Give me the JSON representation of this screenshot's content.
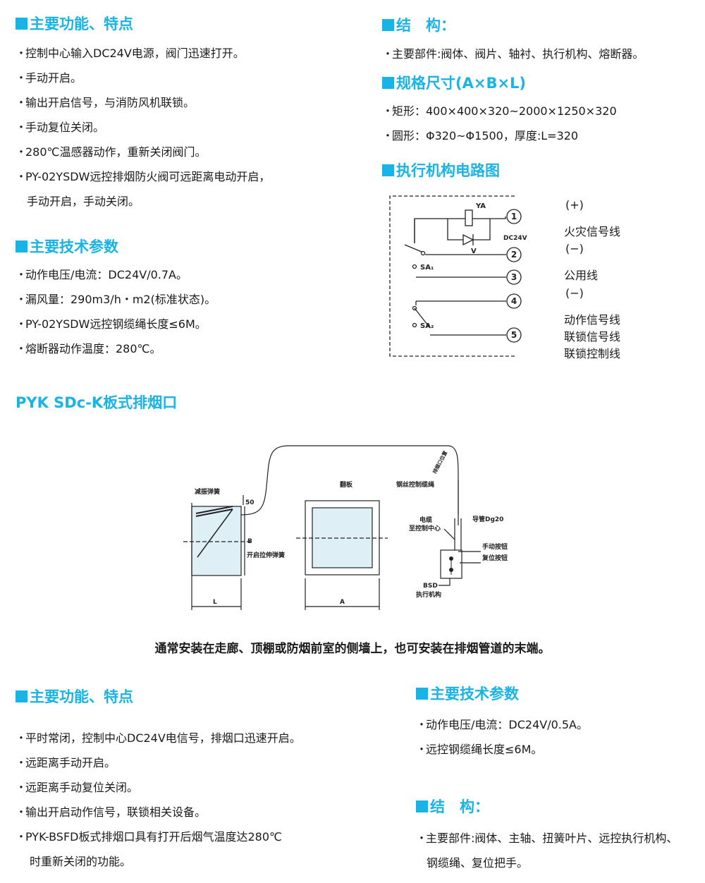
{
  "sec1": {
    "heading": "主要功能、特点",
    "items": [
      "控制中心输入DC24V电源，阀门迅速打开。",
      "手动开启。",
      "输出开启信号，与消防风机联锁。",
      "手动复位关闭。",
      "280℃温感器动作，重新关闭阀门。",
      "PY-02YSDW远控排烟防火阀可远距离电动开启，"
    ],
    "cont": "手动开启，手动关闭。"
  },
  "sec2": {
    "heading": "主要技术参数",
    "items": [
      "动作电压/电流：DC24V/0.7A。",
      "漏风量：290m3/h・m2(标准状态)。",
      "PY-02YSDW远控钢缆绳长度≤6M。",
      "熔断器动作温度：280℃。"
    ]
  },
  "sec3": {
    "heading": "结　构：",
    "items": [
      "主要部件:阀体、阀片、轴衬、执行机构、熔断器。"
    ]
  },
  "sec4": {
    "heading": "规格尺寸(A×B×L)",
    "items": [
      "矩形：400×400×320~2000×1250×320",
      "圆形：Φ320~Φ1500，厚度:L=320"
    ]
  },
  "sec5": {
    "heading": "执行机构电路图",
    "circuit": {
      "ya": "YA",
      "dc": "DC24V",
      "v": "V",
      "sa1": "SA₁",
      "sa2": "SA₂",
      "n1": "1",
      "n2": "2",
      "n3": "3",
      "n4": "4",
      "n5": "5"
    },
    "labels": {
      "plus": "(+)",
      "fire": "火灾信号线",
      "minus1": "(−)",
      "common": "公用线",
      "minus2": "(−)",
      "action": "动作信号线",
      "lock1": "联锁信号线",
      "lock2": "联锁控制线"
    }
  },
  "product_title": "PYK SDc-K板式排烟口",
  "drawing": {
    "spring": "减振弹簧",
    "dim50": "50",
    "dimB": "B",
    "open_spring": "开启拉伸弹簧",
    "dimL": "L",
    "panel": "翻板",
    "dimA": "A",
    "cable": "钢丝控制缆绳",
    "elec1": "电缆",
    "elec2": "至控制中心",
    "conduit": "导管Dg20",
    "manual_btn": "手动按钮",
    "reset_btn": "复位按钮",
    "bsd1": "BSD",
    "bsd2": "执行机构",
    "outlet_tag": "排烟口位置"
  },
  "caption": "通常安装在走廊、顶棚或防烟前室的侧墙上，也可安装在排烟管道的末端。",
  "sec6": {
    "heading": "主要功能、特点",
    "items": [
      "平时常闭，控制中心DC24V电信号，排烟口迅速开启。",
      "远距离手动开启。",
      "远距离手动复位关闭。",
      "输出开启动作信号，联锁相关设备。",
      "PYK-BSFD板式排烟口具有打开后烟气温度达280℃"
    ],
    "cont": "时重新关闭的功能。"
  },
  "sec7": {
    "heading": "主要技术参数",
    "items": [
      "动作电压/电流：DC24V/0.5A。",
      "远控钢缆绳长度≤6M。"
    ]
  },
  "sec8": {
    "heading": "结　构：",
    "items": [
      "主要部件:阀体、主轴、扭簧叶片、远控执行机构、"
    ],
    "cont": "钢缆绳、复位把手。"
  },
  "bullet": "・",
  "colors": {
    "accent": "#19b3e6",
    "text": "#1a1a1a"
  }
}
